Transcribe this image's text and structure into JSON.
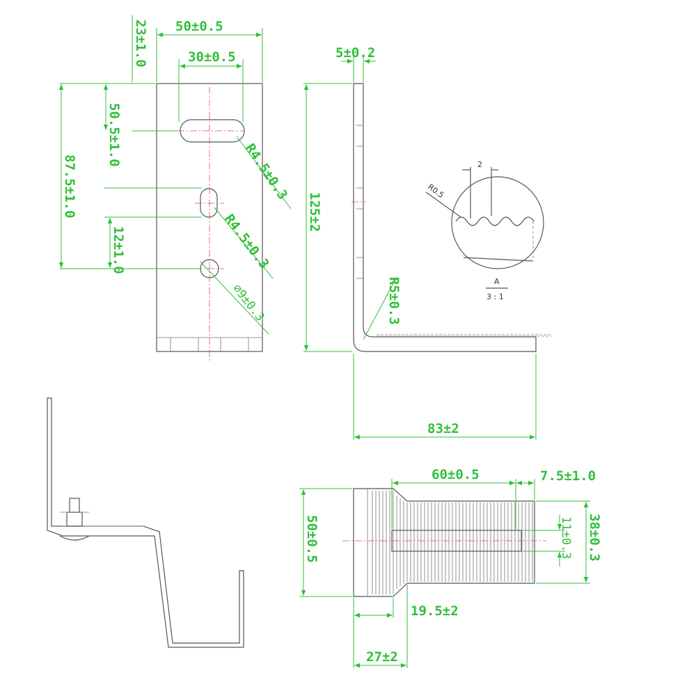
{
  "dimensions": {
    "width_top": "50±0.5",
    "slot_width": "30±0.5",
    "top_offset": "23±1.0",
    "slot_depth": "50.5±1.0",
    "hole_pitch": "12±1.0",
    "overall_hole_depth": "87.5±1.0",
    "slot_radius": "R4.5±0.3",
    "hole_radius": "R4.5±0.3",
    "hole_diameter": "⌀9±0.3",
    "thickness": "5±0.2",
    "height": "125±2",
    "bend_radius": "R5±0.3",
    "base_length": "83±2",
    "base_width": "50±0.5",
    "slot_length": "60±0.5",
    "end_offset": "7.5±1.0",
    "slot_span": "38±0.3",
    "slot_height": "11±0.3",
    "chamfer_offset": "19.5±2",
    "lead_length": "27±2"
  },
  "detail": {
    "pitch": "2",
    "tooth_radius": "R0.5",
    "label": "A",
    "scale": "3 : 1"
  },
  "colors": {
    "dimension": "#2fbf3a",
    "outline": "#555555",
    "centerline": "#d84a6a"
  }
}
